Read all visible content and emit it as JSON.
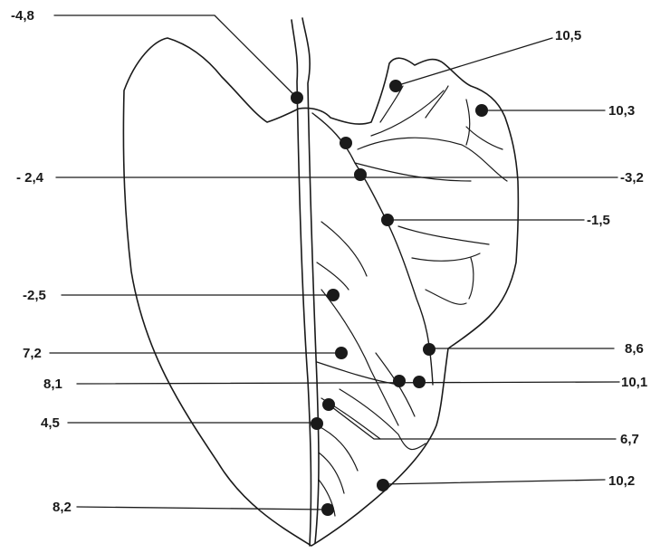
{
  "diagram": {
    "ink_color": "#1a1a1a",
    "background_color": "#ffffff",
    "labels": [
      {
        "id": "m48",
        "text": "-4,8"
      },
      {
        "id": "p105",
        "text": "10,5"
      },
      {
        "id": "p103",
        "text": "10,3"
      },
      {
        "id": "m24",
        "text": "- 2,4"
      },
      {
        "id": "m32",
        "text": "-3,2"
      },
      {
        "id": "m15",
        "text": "-1,5"
      },
      {
        "id": "m25",
        "text": "-2,5"
      },
      {
        "id": "p72",
        "text": "7,2"
      },
      {
        "id": "p86",
        "text": "8,6"
      },
      {
        "id": "p81",
        "text": "8,1"
      },
      {
        "id": "p101",
        "text": "10,1"
      },
      {
        "id": "p45",
        "text": "4,5"
      },
      {
        "id": "p67",
        "text": "6,7"
      },
      {
        "id": "p102",
        "text": "10,2"
      },
      {
        "id": "p82",
        "text": "8,2"
      }
    ]
  }
}
